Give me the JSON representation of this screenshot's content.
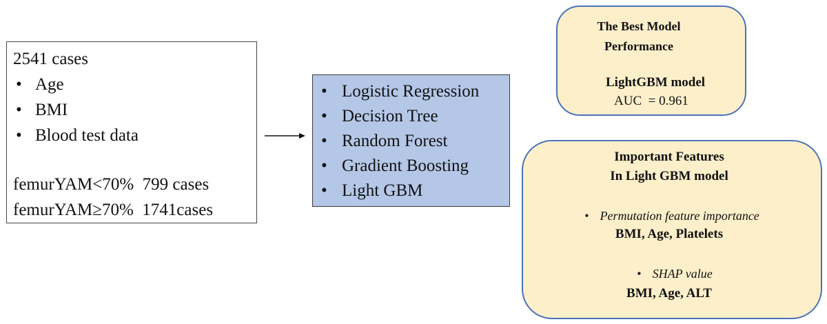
{
  "input_box": {
    "title": "2541 cases",
    "features": [
      "Age",
      "BMI",
      "Blood test data"
    ],
    "groups": [
      "femurYAM<70%  799 cases",
      "femurYAM≥70%  1741cases"
    ]
  },
  "models_box": {
    "models": [
      "Logistic Regression",
      "Decision Tree",
      "Random Forest",
      "Gradient Boosting",
      "Light GBM"
    ]
  },
  "best_box": {
    "title_line1": "The Best Model",
    "title_line2": "Performance",
    "model": "LightGBM model",
    "metric": "AUC  = 0.961"
  },
  "features_box": {
    "title_line1": "Important Features",
    "title_line2": "In Light GBM model",
    "methods": [
      {
        "name": "Permutation feature importance",
        "features": "BMI, Age, Platelets"
      },
      {
        "name": "SHAP value",
        "features": "BMI, Age, ALT"
      }
    ]
  },
  "bullet": "•",
  "colors": {
    "models_fill": "#b4c7e7",
    "result_fill": "#fdefca",
    "result_border": "#4a72b8"
  }
}
